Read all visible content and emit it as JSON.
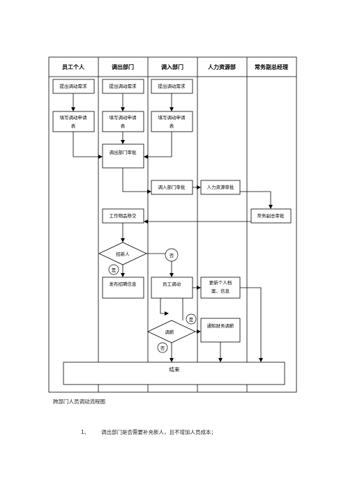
{
  "columns": [
    "员工个人",
    "调出部门",
    "调入部门",
    "人力资源部",
    "常务副总经理"
  ],
  "nodes": {
    "req1": "提出调动需求",
    "req2": "提出调动需求",
    "req3": "提出调动需求",
    "form1": [
      "填写调动申请",
      "表"
    ],
    "form2": [
      "填写调动申请",
      "表"
    ],
    "form3": [
      "填写调动申请",
      "表"
    ],
    "out_approve": "调出部门审批",
    "in_approve": "调入部门审批",
    "hr_approve": "人力资源审批",
    "vp_approve": "常务副总审批",
    "handover": "工作物品移交",
    "recruit_q": "招新人",
    "publish": "发布招聘信息",
    "transfer": "员工调动",
    "update_file": [
      "更新个人档",
      "案、信息"
    ],
    "salary_q": "调薪",
    "notify_finance": "通知财务调薪",
    "end": "结束"
  },
  "labels": {
    "yes1": "是",
    "no1": "否",
    "yes2": "是",
    "no2": "否"
  },
  "caption": "跨部门人员调动流程图",
  "note": {
    "num": "1、",
    "text": "调出部门是否需要补充新人，且不增加人员成本；"
  }
}
